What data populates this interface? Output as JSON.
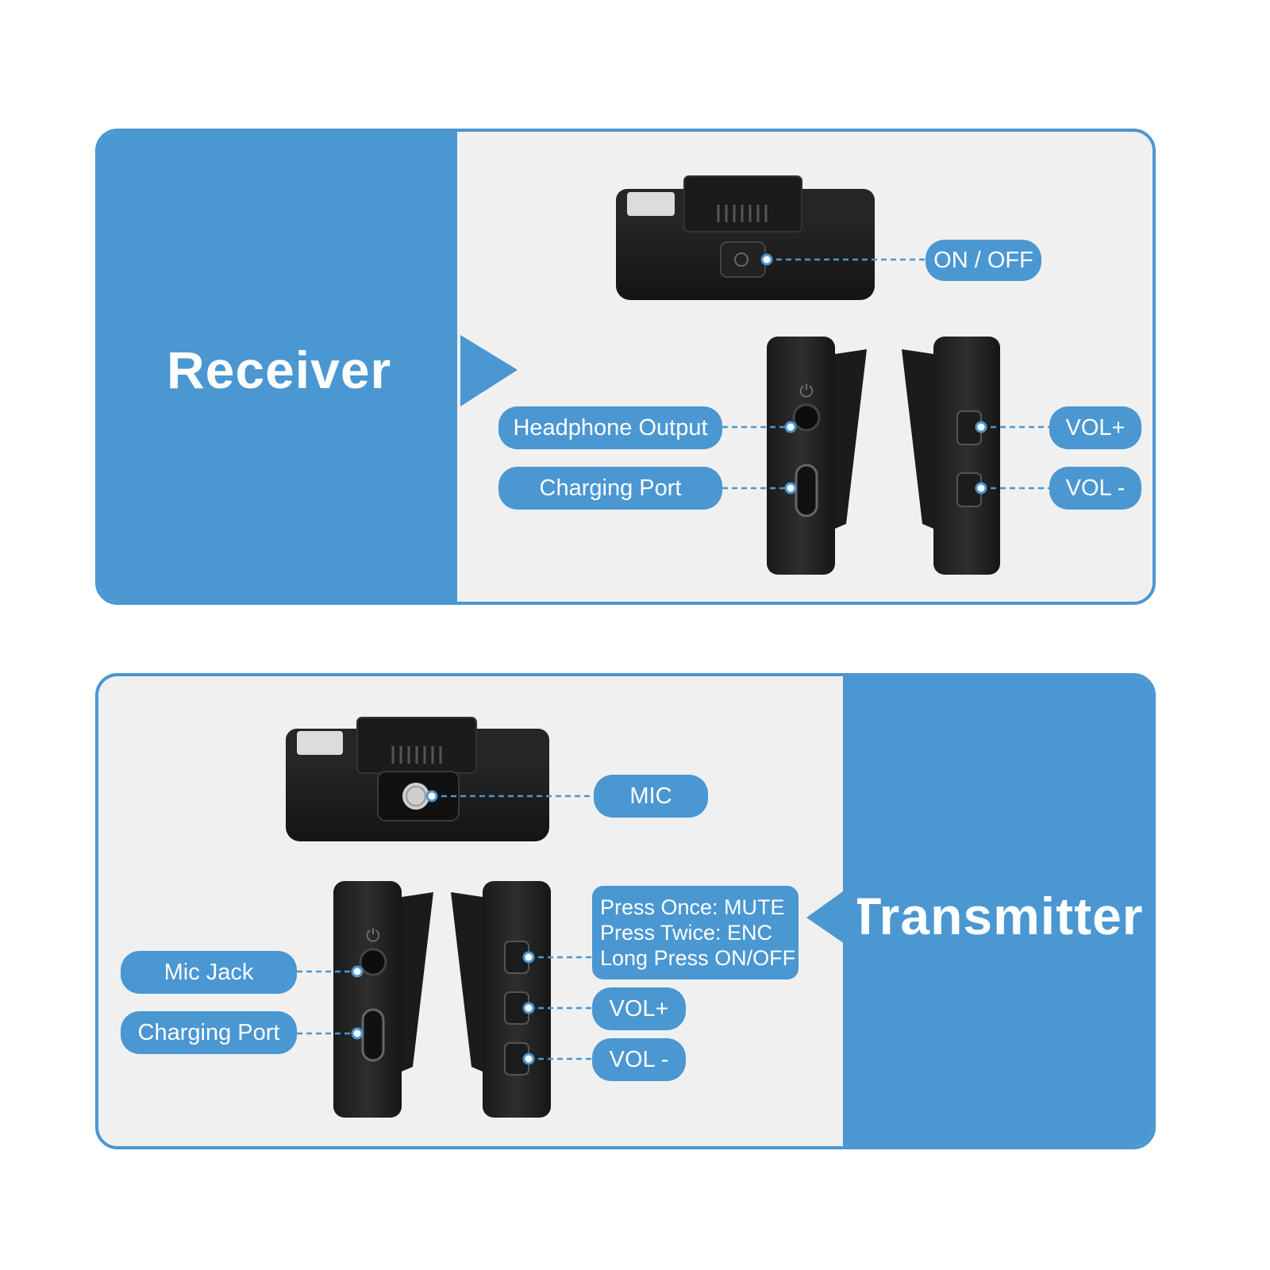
{
  "receiver": {
    "title": "Receiver",
    "labels": {
      "on_off": "ON / OFF",
      "headphone_output": "Headphone Output",
      "charging_port": "Charging Port",
      "vol_plus": "VOL+",
      "vol_minus": "VOL -"
    }
  },
  "transmitter": {
    "title": "Transmitter",
    "labels": {
      "mic": "MIC",
      "mic_jack": "Mic Jack",
      "charging_port": "Charging Port",
      "press_once": "Press Once: MUTE",
      "press_twice": "Press Twice: ENC",
      "long_press": "Long Press ON/OFF",
      "vol_plus": "VOL+",
      "vol_minus": "VOL -"
    }
  },
  "colors": {
    "accent": "#4a97d2",
    "panel_bg": "#f0f0f0",
    "device": "#1e1e1e"
  }
}
